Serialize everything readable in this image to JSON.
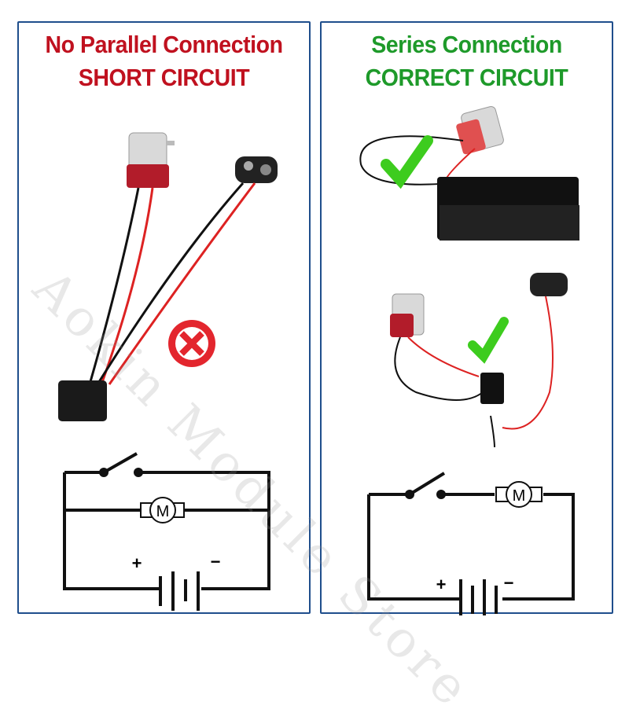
{
  "left_panel": {
    "title_line1": "No Parallel Connection",
    "title_line2": "SHORT CIRCUIT",
    "motor_label": "M",
    "battery_plus": "+",
    "battery_minus": "−"
  },
  "right_panel": {
    "title_line1": "Series Connection",
    "title_line2": "CORRECT CIRCUIT",
    "motor_label": "M",
    "battery_plus": "+",
    "battery_minus": "−"
  },
  "watermark": "Aokin Module Store",
  "colors": {
    "wrong": "#c0111f",
    "correct": "#1e9a2a",
    "border": "#1f4e8c"
  }
}
